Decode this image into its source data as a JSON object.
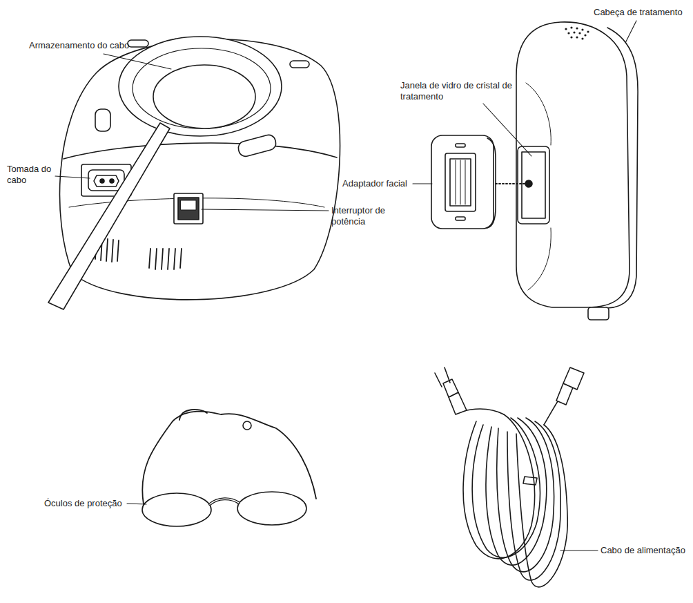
{
  "diagram": {
    "labels": [
      "Armazenamento do cabo",
      "Tomada do cabo",
      "Interruptor de potência",
      "Cabeça de tratamento",
      "Janela de vidro de cristal de tratamento",
      "Adaptador facial",
      "Óculos de proteção",
      "Cabo de alimentação"
    ]
  }
}
